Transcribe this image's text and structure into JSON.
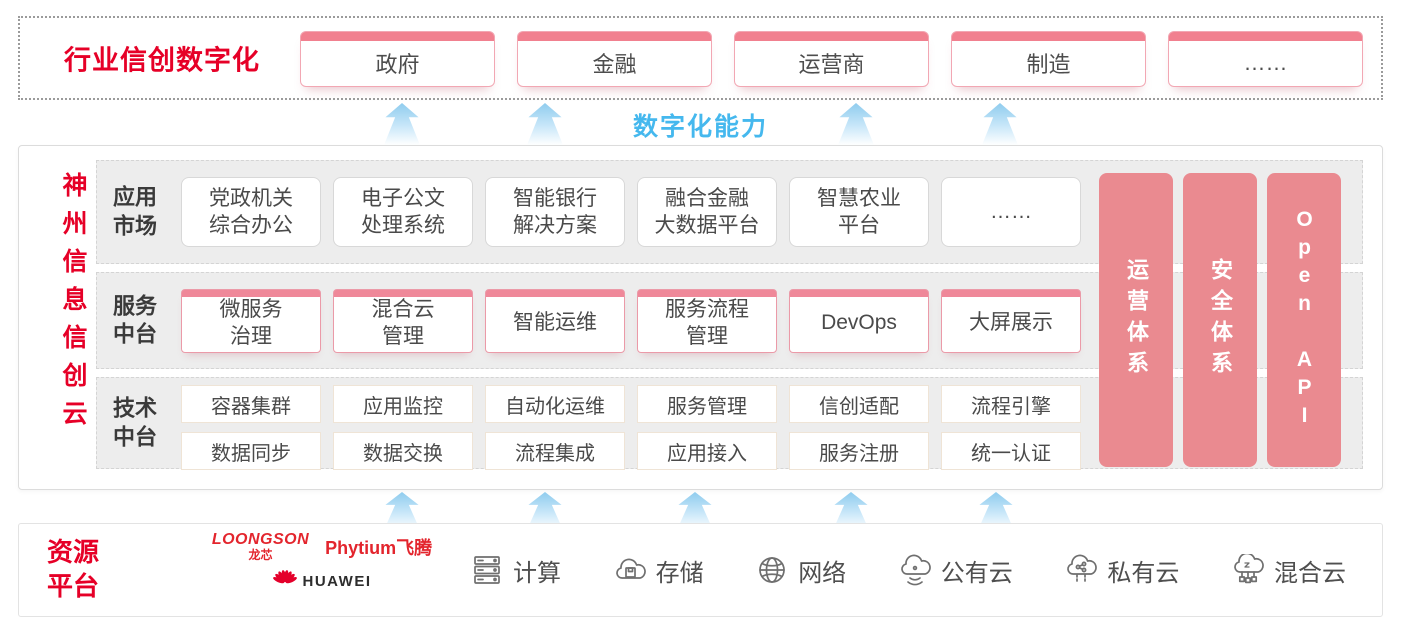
{
  "colors": {
    "brand_red": "#e60027",
    "bar_pink": "#ea8a90",
    "accent_blue": "#45b8ee",
    "tab_strip_pink": "#f1808f"
  },
  "top_band": {
    "title": "行业信创数字化",
    "tabs": [
      "政府",
      "金融",
      "运营商",
      "制造",
      "……"
    ]
  },
  "capability_label": "数字化能力",
  "platform": {
    "vertical_title": "神州信息信创云",
    "app_row": {
      "label_line1": "应用",
      "label_line2": "市场",
      "items": [
        {
          "line1": "党政机关",
          "line2": "综合办公"
        },
        {
          "line1": "电子公文",
          "line2": "处理系统"
        },
        {
          "line1": "智能银行",
          "line2": "解决方案"
        },
        {
          "line1": "融合金融",
          "line2": "大数据平台"
        },
        {
          "line1": "智慧农业",
          "line2": "平台"
        },
        {
          "line1": "……"
        }
      ]
    },
    "service_row": {
      "label_line1": "服务",
      "label_line2": "中台",
      "items": [
        {
          "line1": "微服务",
          "line2": "治理"
        },
        {
          "line1": "混合云",
          "line2": "管理"
        },
        {
          "line1": "智能运维"
        },
        {
          "line1": "服务流程",
          "line2": "管理"
        },
        {
          "line1": "DevOps"
        },
        {
          "line1": "大屏展示"
        }
      ]
    },
    "tech_row": {
      "label_line1": "技术",
      "label_line2": "中台",
      "row1": [
        "容器集群",
        "应用监控",
        "自动化运维",
        "服务管理",
        "信创适配",
        "流程引擎"
      ],
      "row2": [
        "数据同步",
        "数据交换",
        "流程集成",
        "应用接入",
        "服务注册",
        "统一认证"
      ]
    },
    "side_bars": [
      "运营体系",
      "安全体系",
      "Open API"
    ]
  },
  "resource_band": {
    "title_line1": "资源",
    "title_line2": "平台",
    "logos": {
      "loongson_en": "LOONGSON",
      "loongson_cn": "龙芯",
      "phytium_en": "Phytium",
      "phytium_cn": "飞腾",
      "huawei": "HUAWEI"
    },
    "resources": [
      {
        "icon": "server-icon",
        "label": "计算"
      },
      {
        "icon": "storage-cloud-icon",
        "label": "存储"
      },
      {
        "icon": "network-globe-icon",
        "label": "网络"
      },
      {
        "icon": "public-cloud-icon",
        "label": "公有云"
      },
      {
        "icon": "private-cloud-icon",
        "label": "私有云"
      },
      {
        "icon": "hybrid-cloud-icon",
        "label": "混合云"
      }
    ]
  }
}
